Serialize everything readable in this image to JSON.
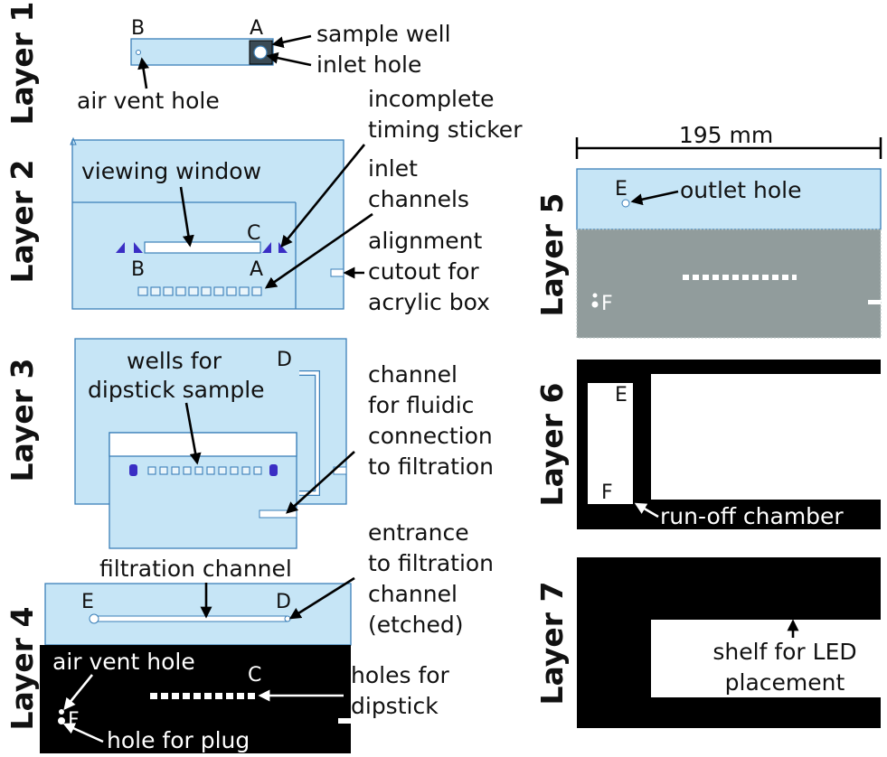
{
  "layers": [
    "Layer 1",
    "Layer 2",
    "Layer 3",
    "Layer 4",
    "Layer 5",
    "Layer 6",
    "Layer 7"
  ],
  "points": {
    "A": "A",
    "B": "B",
    "C": "C",
    "D": "D",
    "E": "E",
    "F": "F"
  },
  "dimension": "195 mm",
  "labels": {
    "sample_well": "sample well",
    "inlet_hole": "inlet hole",
    "air_vent_hole": "air vent hole",
    "incomplete_timing_sticker": [
      "incomplete",
      "timing sticker"
    ],
    "viewing_window": "viewing window",
    "inlet_channels": [
      "inlet",
      "channels"
    ],
    "alignment_cutout": [
      "alignment",
      "cutout for",
      "acrylic box"
    ],
    "wells_for_dipstick": [
      "wells for",
      "dipstick sample"
    ],
    "channel_fluidic": [
      "channel",
      "for fluidic",
      "connection",
      "to filtration"
    ],
    "filtration_channel": "filtration channel",
    "entrance_filtration": [
      "entrance",
      "to filtration",
      "channel",
      "(etched)"
    ],
    "air_vent_hole_l4": "air vent hole",
    "holes_for_dipstick": [
      "holes for",
      "dipstick"
    ],
    "hole_for_plug": "hole for plug",
    "outlet_hole": "outlet hole",
    "runoff_chamber": "run-off chamber",
    "shelf_led": [
      "shelf for LED",
      "placement"
    ]
  },
  "colors": {
    "channel_blue": "#c6e5f6",
    "outline_blue": "#3b7fb8",
    "gray_layer": "#919c9c",
    "marker_purple": "#3a2ec4",
    "black": "#000000"
  }
}
